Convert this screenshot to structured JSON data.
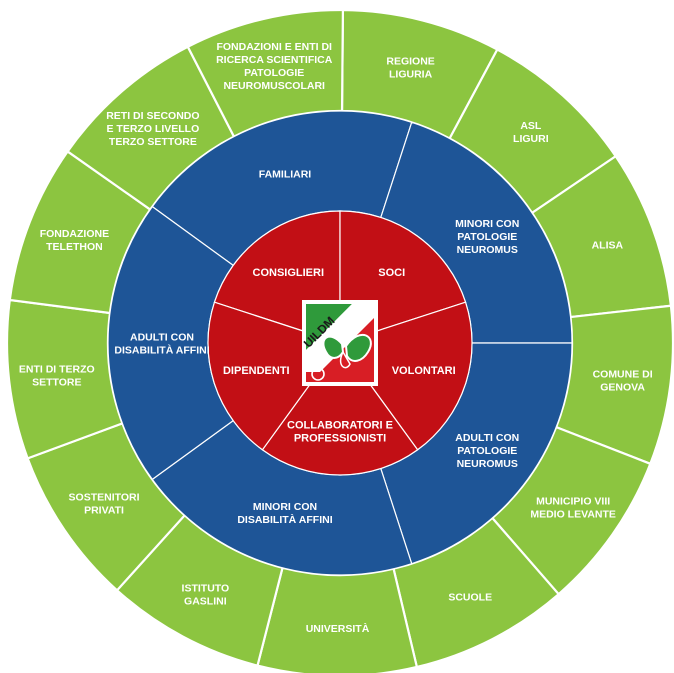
{
  "colors": {
    "outer_ring": "#8cc540",
    "outer_ring_shade": "#7ab334",
    "middle_ring": "#1e5597",
    "inner_ring": "#c20f15",
    "separator": "#ffffff",
    "text": "#ffffff"
  },
  "logo": {
    "text": "UILDM",
    "icon": "butterfly-logo-icon"
  },
  "inner_ring": [
    {
      "lines": [
        "CONSIGLIERI"
      ]
    },
    {
      "lines": [
        "SOCI"
      ]
    },
    {
      "lines": [
        "VOLONTARI"
      ]
    },
    {
      "lines": [
        "COLLABORATORI E",
        "PROFESSIONISTI"
      ]
    },
    {
      "lines": [
        "DIPENDENTI"
      ]
    }
  ],
  "middle_ring": [
    {
      "lines": [
        "FAMILIARI"
      ]
    },
    {
      "lines": [
        "MINORI CON",
        "PATOLOGIE",
        "NEUROMUS"
      ]
    },
    {
      "lines": [
        "ADULTI CON",
        "PATOLOGIE",
        "NEUROMUS"
      ]
    },
    {
      "lines": [
        "MINORI CON",
        "DISABILITÀ AFFINI"
      ]
    },
    {
      "lines": [
        "ADULTI CON",
        "DISABILITÀ AFFINI"
      ]
    }
  ],
  "outer_ring": [
    {
      "lines": [
        "REGIONE",
        "LIGURIA"
      ]
    },
    {
      "lines": [
        "ASL",
        "LIGURI"
      ]
    },
    {
      "lines": [
        "ALISA"
      ]
    },
    {
      "lines": [
        "COMUNE DI",
        "GENOVA"
      ]
    },
    {
      "lines": [
        "MUNICIPIO VIII",
        "MEDIO LEVANTE"
      ]
    },
    {
      "lines": [
        "SCUOLE"
      ]
    },
    {
      "lines": [
        "UNIVERSITÀ"
      ]
    },
    {
      "lines": [
        "ISTITUTO",
        "GASLINI"
      ]
    },
    {
      "lines": [
        "SOSTENITORI",
        "PRIVATI"
      ]
    },
    {
      "lines": [
        "ENTI DI TERZO",
        "SETTORE"
      ]
    },
    {
      "lines": [
        "FONDAZIONE",
        "TELETHON"
      ]
    },
    {
      "lines": [
        "RETI DI SECONDO",
        "E TERZO LIVELLO",
        "TERZO SETTORE"
      ]
    },
    {
      "lines": [
        "FONDAZIONI E ENTI DI",
        "RICERCA SCIENTIFICA",
        "PATOLOGIE",
        "NEUROMUSCOLARI"
      ]
    }
  ]
}
